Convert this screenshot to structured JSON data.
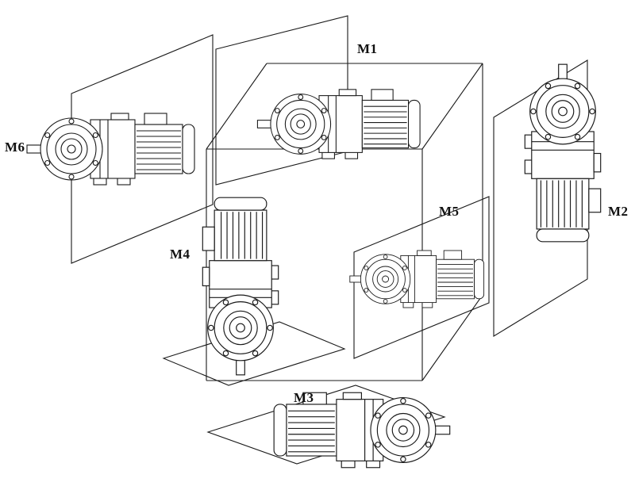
{
  "colors": {
    "background": "#ffffff",
    "line": "#1a1a1a",
    "label": "#111111"
  },
  "labels": {
    "m1": "M1",
    "m2": "M2",
    "m3": "M3",
    "m4": "M4",
    "m5": "M5",
    "m6": "M6"
  }
}
